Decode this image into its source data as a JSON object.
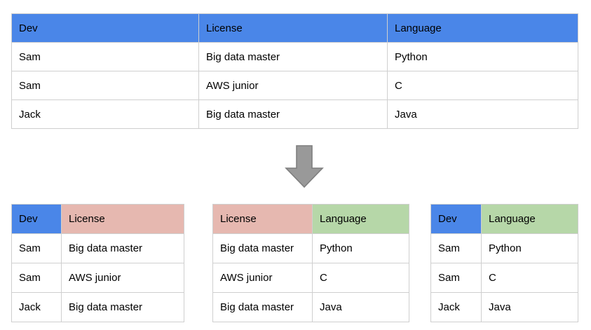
{
  "colors": {
    "header_blue": "#4a86e8",
    "header_pink": "#e6b8b0",
    "header_green": "#b6d7a8",
    "border": "#cfcfcf",
    "arrow_fill": "#999999",
    "arrow_stroke": "#7f7f7f",
    "text": "#000000",
    "background": "#ffffff"
  },
  "source_table": {
    "headers": [
      "Dev",
      "License",
      "Language"
    ],
    "header_colors": [
      "blue",
      "blue",
      "blue"
    ],
    "rows": [
      [
        "Sam",
        "Big data master",
        "Python"
      ],
      [
        "Sam",
        "AWS junior",
        "C"
      ],
      [
        "Jack",
        "Big data master",
        "Java"
      ]
    ]
  },
  "arrow": {
    "icon": "arrow-down-icon",
    "direction": "down"
  },
  "result_tables": [
    {
      "id": "dev-license",
      "headers": [
        "Dev",
        "License"
      ],
      "header_colors": [
        "blue",
        "pink"
      ],
      "rows": [
        [
          "Sam",
          "Big data master"
        ],
        [
          "Sam",
          "AWS junior"
        ],
        [
          "Jack",
          "Big data master"
        ]
      ]
    },
    {
      "id": "license-language",
      "headers": [
        "License",
        "Language"
      ],
      "header_colors": [
        "pink",
        "green"
      ],
      "rows": [
        [
          "Big data master",
          "Python"
        ],
        [
          "AWS junior",
          "C"
        ],
        [
          "Big data master",
          "Java"
        ]
      ]
    },
    {
      "id": "dev-language",
      "headers": [
        "Dev",
        "Language"
      ],
      "header_colors": [
        "blue",
        "green"
      ],
      "rows": [
        [
          "Sam",
          "Python"
        ],
        [
          "Sam",
          "C"
        ],
        [
          "Jack",
          "Java"
        ]
      ]
    }
  ]
}
